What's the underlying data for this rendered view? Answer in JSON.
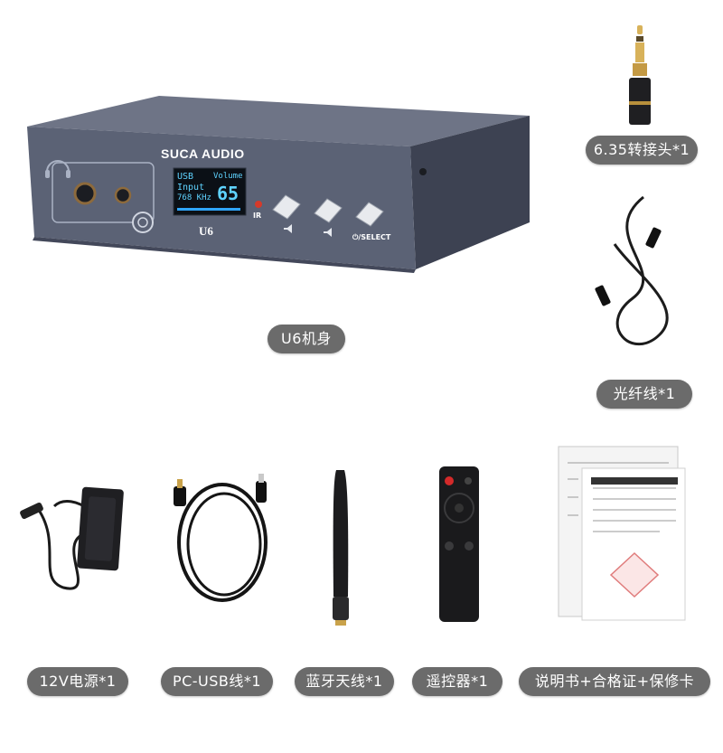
{
  "device": {
    "brand": "SUCA AUDIO",
    "model": "U6",
    "display": {
      "line1": "USB",
      "line2": "Input",
      "line3": "768 KHz",
      "volume_label": "Volume",
      "volume_value": "65"
    },
    "ir_label": "IR",
    "select_label": "⏻/SELECT"
  },
  "labels": {
    "main_unit": "U6机身",
    "adapter": "6.35转接头*1",
    "optical": "光纤线*1",
    "power": "12V电源*1",
    "usb": "PC-USB线*1",
    "antenna": "蓝牙天线*1",
    "remote": "遥控器*1",
    "docs": "说明书+合格证+保修卡"
  },
  "colors": {
    "pill": "#6b6b6b",
    "device_body": "#5b6275",
    "display_text": "#5fd3ff"
  }
}
